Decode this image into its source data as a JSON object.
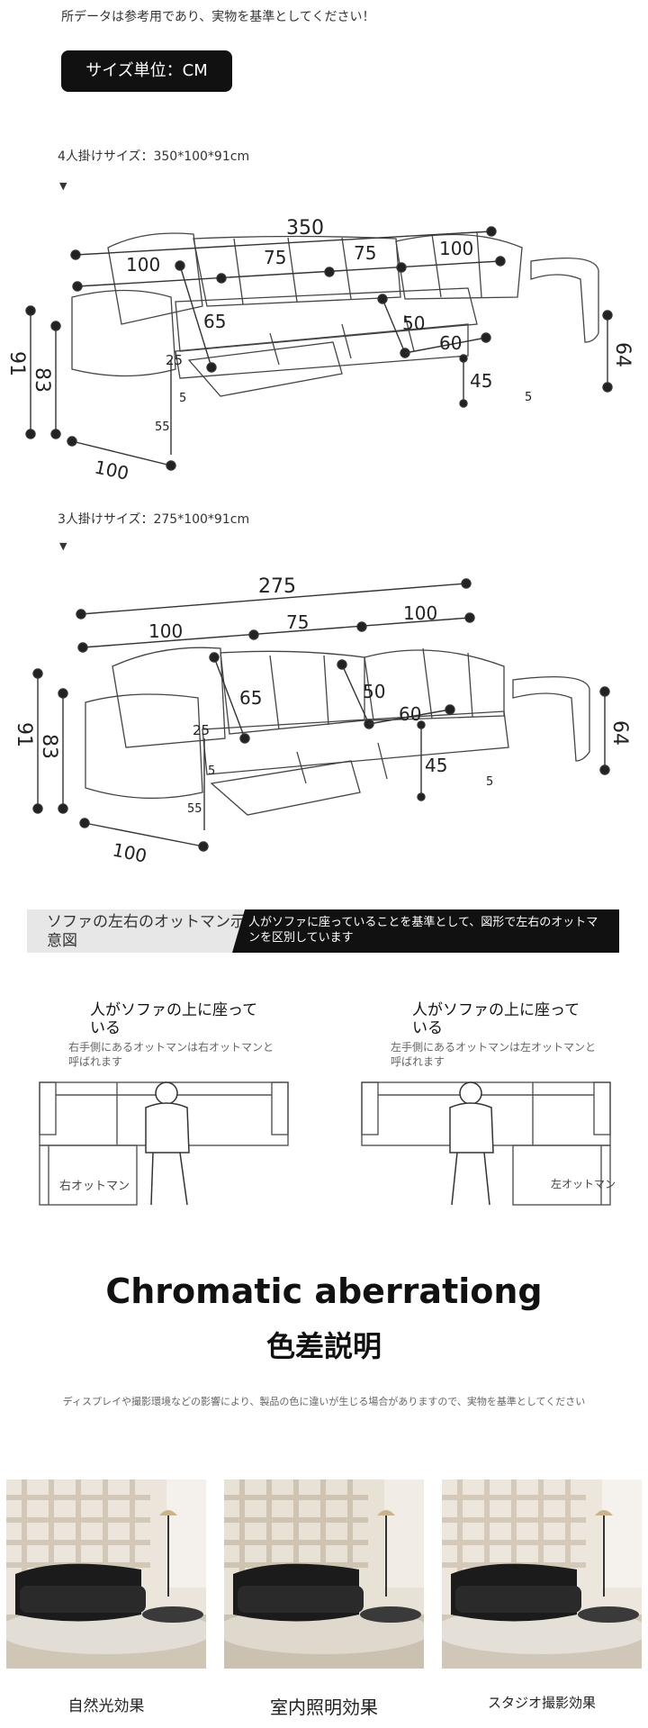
{
  "header": {
    "note": "所データは参考用であり、実物を基準としてください！",
    "unit_badge": "サイズ単位：CM"
  },
  "size4": {
    "label": "4人掛けサイズ：350*100*91cm",
    "marker": "▼",
    "dims": {
      "total_width": "350",
      "seg1": "100",
      "seg2": "75",
      "seg3": "75",
      "seg4": "100",
      "back_height": "65",
      "back_depth": "50",
      "seat_depth": "60",
      "arm_height": "64",
      "seat_height": "45",
      "leg": "5",
      "overall_height": "91",
      "frame_height": "83",
      "depth": "100",
      "arm_width": "25",
      "recliner": "55",
      "gap": "5"
    }
  },
  "size3": {
    "label": "3人掛けサイズ：275*100*91cm",
    "marker": "▼",
    "dims": {
      "total_width": "275",
      "seg1": "100",
      "seg2": "75",
      "seg3": "100",
      "back_height": "65",
      "back_depth": "50",
      "seat_depth": "60",
      "arm_height": "64",
      "seat_height": "45",
      "leg": "5",
      "overall_height": "91",
      "frame_height": "83",
      "depth": "100",
      "arm_width": "25",
      "recliner": "55",
      "gap": "5"
    }
  },
  "ottoman_banner": {
    "left": "ソファの左右のオットマン示意図",
    "right": "人がソファに座っていることを基準として、図形で左右のオットマンを区別しています"
  },
  "ottoman_figures": [
    {
      "title": "人がソファの上に座っている",
      "subtitle": "右手側にあるオットマンは右オットマンと呼ばれます",
      "label": "右オットマン"
    },
    {
      "title": "人がソファの上に座っている",
      "subtitle": "左手側にあるオットマンは左オットマンと呼ばれます",
      "label": "左オットマン"
    }
  ],
  "color_section": {
    "title_en": "Chromatic aberrationg",
    "title_jp": "色差説明",
    "disclaimer": "ディスプレイや撮影環境などの影響により、製品の色に違いが生じる場合がありますので、実物を基準としてください"
  },
  "photos": [
    {
      "label": "自然光効果"
    },
    {
      "label": "室内照明効果"
    },
    {
      "label": "スタジオ撮影効果"
    }
  ],
  "colors": {
    "sofa": "#1b1b1b",
    "line": "#333333",
    "banner_dark": "#111111",
    "banner_light": "#e7e7e7"
  }
}
